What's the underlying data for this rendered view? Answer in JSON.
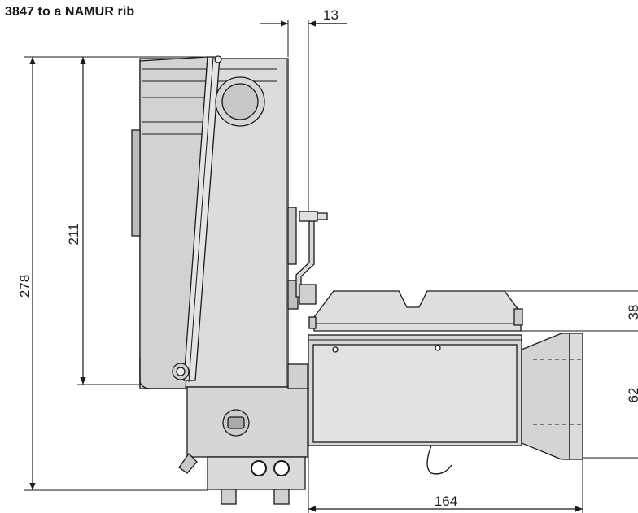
{
  "title": "3847 to a NAMUR rib",
  "dimensions": {
    "rib_offset": "13",
    "total_height": "278",
    "housing_height": "211",
    "upper_module_height": "38",
    "lower_module_height": "62",
    "bottom_width": "164"
  },
  "colors": {
    "body_fill": "#dcdcdc",
    "body_shade": "#c8c8c8",
    "line": "#1a1a1a"
  }
}
